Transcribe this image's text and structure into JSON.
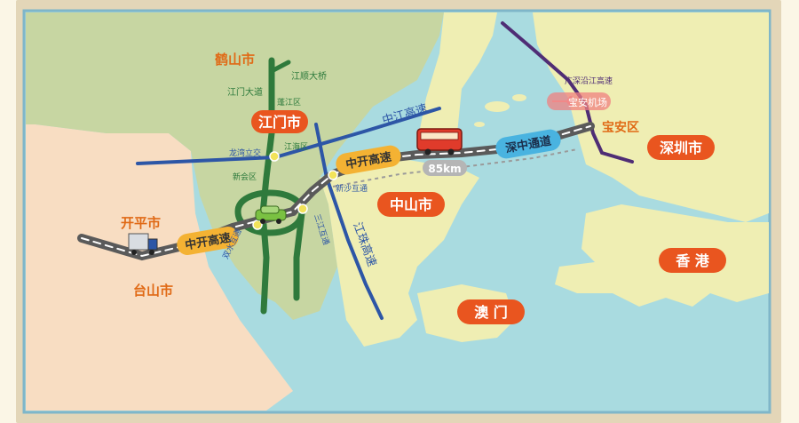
{
  "map": {
    "cities": {
      "heshan": "鹤山市",
      "jiangmen": "江门市",
      "kaiping": "开平市",
      "taishan": "台山市",
      "zhongshan": "中山市",
      "macau": "澳 门",
      "shenzhen": "深圳市",
      "hongkong": "香 港",
      "baoan": "宝安区"
    },
    "districts": {
      "pengjiang": "蓬江区",
      "jianghai": "江海区",
      "xinhui": "新会区"
    },
    "roads": {
      "jiangmen_avenue": "江门大道",
      "jiangshun_bridge": "江顺大桥",
      "zhongjiang_expressway": "中江高速",
      "longwan_interchange": "龙湾立交",
      "xinsha_interchange": "新沙互通",
      "sanjiang_interchange": "三江互通",
      "shuangshui_interchange": "双水互通",
      "jiangzhu_expressway": "江珠高速",
      "guangshen_coastal": "广深沿江高速"
    },
    "expressway_badges": {
      "zhongkai_west": "中开高速",
      "zhongkai_east": "中开高速",
      "shenzhong_channel": "深中通道"
    },
    "airport": "宝安机场",
    "distance": "85km",
    "colors": {
      "water": "#a9dbe0",
      "land_left": "#f8ddc2",
      "land_mid": "#c7d6a2",
      "land_right": "#efeeb3",
      "green_road": "#2f7a3c",
      "blue_road": "#2d56a6",
      "purple_road": "#4f2d75",
      "orange_badge": "#e9551f",
      "yellow_badge": "#f4b233",
      "blue_badge": "#49b3e0",
      "label_orange": "#e06a16"
    }
  }
}
